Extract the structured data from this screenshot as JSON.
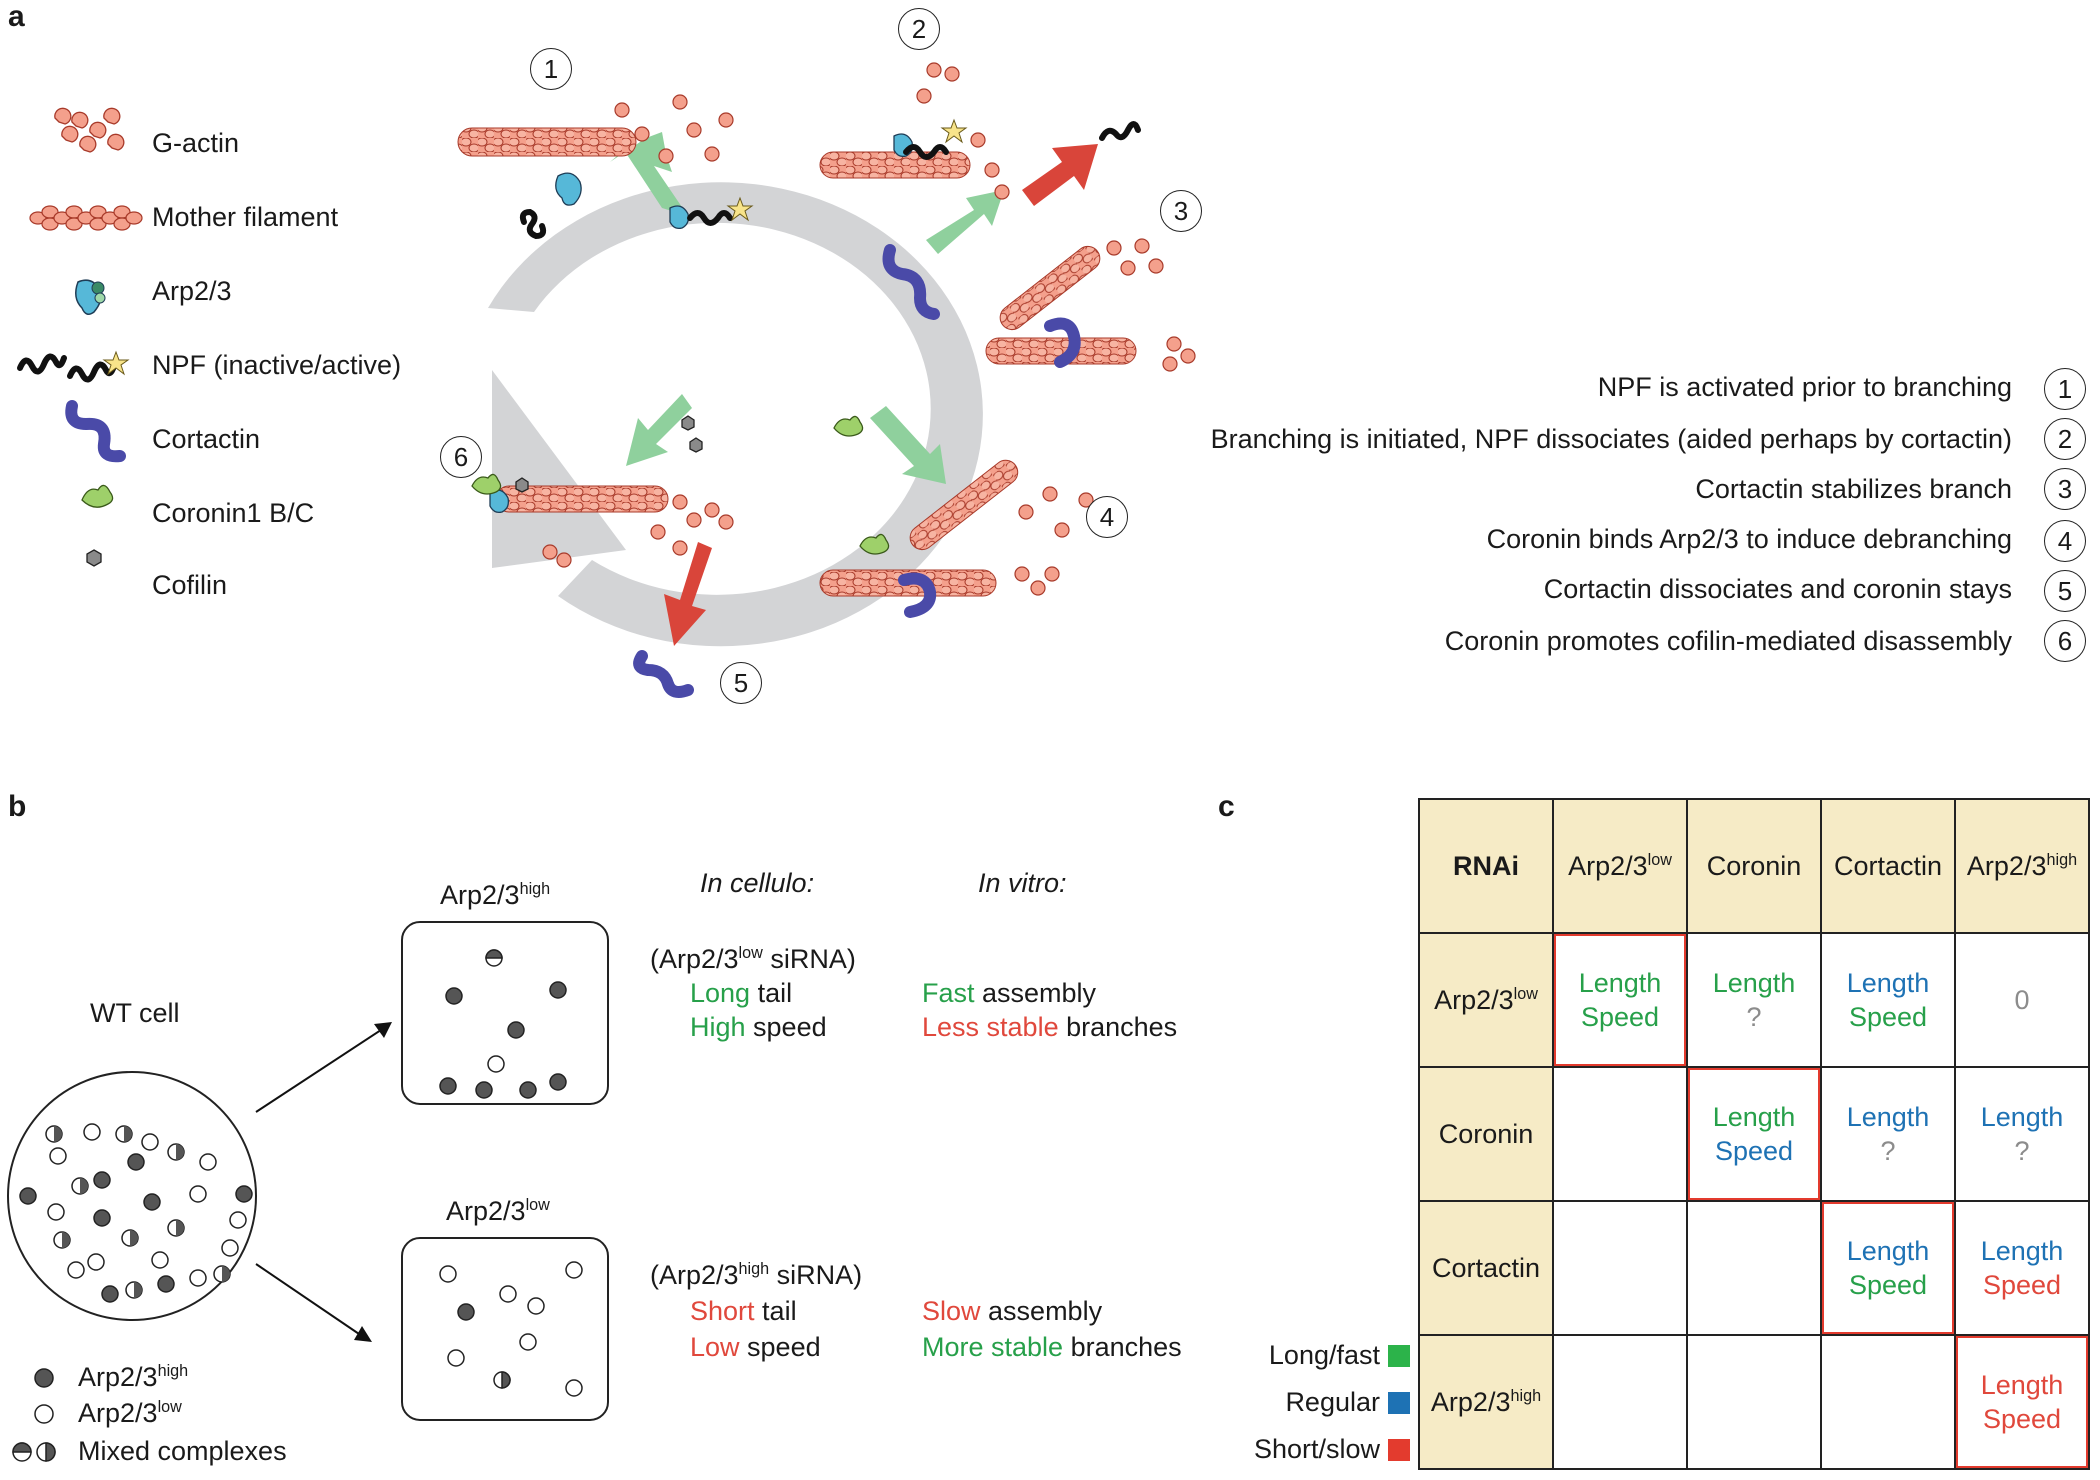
{
  "panels": {
    "a": "a",
    "b": "b",
    "c": "c"
  },
  "legend_a": [
    {
      "icon": "g-actin-icon",
      "label": "G-actin"
    },
    {
      "icon": "mother-filament-icon",
      "label": "Mother filament"
    },
    {
      "icon": "arp23-icon",
      "label": "Arp2/3"
    },
    {
      "icon": "npf-icon",
      "label": "NPF (inactive/active)"
    },
    {
      "icon": "cortactin-icon",
      "label": "Cortactin"
    },
    {
      "icon": "coronin-icon",
      "label": "Coronin1 B/C"
    },
    {
      "icon": "cofilin-icon",
      "label": "Cofilin"
    }
  ],
  "cycle_numbers": [
    "1",
    "2",
    "3",
    "4",
    "5",
    "6"
  ],
  "steps": [
    {
      "text": "NPF is activated prior to branching",
      "num": "1"
    },
    {
      "text": "Branching is initiated, NPF dissociates (aided perhaps by cortactin)",
      "num": "2"
    },
    {
      "text": "Cortactin stabilizes branch",
      "num": "3"
    },
    {
      "text": "Coronin binds Arp2/3 to induce debranching",
      "num": "4"
    },
    {
      "text": "Cortactin dissociates and coronin stays",
      "num": "5"
    },
    {
      "text": "Coronin promotes cofilin-mediated disassembly",
      "num": "6"
    }
  ],
  "panel_b": {
    "wt_cell": "WT cell",
    "box_high_title": "Arp2/3",
    "box_high_sup": "high",
    "box_low_title": "Arp2/3",
    "box_low_sup": "low",
    "in_cellulo": "In cellulo:",
    "in_vitro": "In vitro:",
    "high": {
      "sirna_pre": "(Arp2/3",
      "sirna_sup": "low",
      "sirna_post": " siRNA)",
      "line1_colored": "Long",
      "line1_rest": " tail",
      "line2_colored": "High",
      "line2_rest": " speed",
      "vitro1_colored": "Fast",
      "vitro1_rest": " assembly",
      "vitro2_colored": "Less stable",
      "vitro2_rest": " branches"
    },
    "low": {
      "sirna_pre": "(Arp2/3",
      "sirna_sup": "high",
      "sirna_post": " siRNA)",
      "line1_colored": "Short",
      "line1_rest": " tail",
      "line2_colored": "Low",
      "line2_rest": " speed",
      "vitro1_colored": "Slow",
      "vitro1_rest": " assembly",
      "vitro2_colored": "More stable",
      "vitro2_rest": " branches"
    },
    "legend": [
      {
        "label": "Arp2/3",
        "sup": "high"
      },
      {
        "label": "Arp2/3",
        "sup": "low"
      },
      {
        "label": "Mixed complexes",
        "sup": ""
      }
    ]
  },
  "panel_c": {
    "corner": "RNAi",
    "col_headers": [
      {
        "label": "Arp2/3",
        "sup": "low"
      },
      {
        "label": "Coronin",
        "sup": ""
      },
      {
        "label": "Cortactin",
        "sup": ""
      },
      {
        "label": "Arp2/3",
        "sup": "high"
      }
    ],
    "row_headers": [
      {
        "label": "Arp2/3",
        "sup": "low"
      },
      {
        "label": "Coronin",
        "sup": ""
      },
      {
        "label": "Cortactin",
        "sup": ""
      },
      {
        "label": "Arp2/3",
        "sup": "high"
      }
    ],
    "cells": [
      [
        {
          "l1": "Length",
          "c1": "green",
          "l2": "Speed",
          "c2": "green",
          "box": true
        },
        {
          "l1": "Length",
          "c1": "green",
          "l2": "?",
          "c2": "grey",
          "box": false
        },
        {
          "l1": "Length",
          "c1": "blue",
          "l2": "Speed",
          "c2": "green",
          "box": false
        },
        {
          "l1": "0",
          "c1": "grey",
          "l2": "",
          "c2": "grey",
          "box": false
        }
      ],
      [
        {
          "l1": "",
          "c1": "",
          "l2": "",
          "c2": "",
          "box": false
        },
        {
          "l1": "Length",
          "c1": "green",
          "l2": "Speed",
          "c2": "blue",
          "box": true
        },
        {
          "l1": "Length",
          "c1": "blue",
          "l2": "?",
          "c2": "grey",
          "box": false
        },
        {
          "l1": "Length",
          "c1": "blue",
          "l2": "?",
          "c2": "grey",
          "box": false
        }
      ],
      [
        {
          "l1": "",
          "c1": "",
          "l2": "",
          "c2": "",
          "box": false
        },
        {
          "l1": "",
          "c1": "",
          "l2": "",
          "c2": "",
          "box": false
        },
        {
          "l1": "Length",
          "c1": "blue",
          "l2": "Speed",
          "c2": "green",
          "box": true
        },
        {
          "l1": "Length",
          "c1": "blue",
          "l2": "Speed",
          "c2": "red",
          "box": false
        }
      ],
      [
        {
          "l1": "",
          "c1": "",
          "l2": "",
          "c2": "",
          "box": false
        },
        {
          "l1": "",
          "c1": "",
          "l2": "",
          "c2": "",
          "box": false
        },
        {
          "l1": "",
          "c1": "",
          "l2": "",
          "c2": "",
          "box": false
        },
        {
          "l1": "Length",
          "c1": "red",
          "l2": "Speed",
          "c2": "red",
          "box": true
        }
      ]
    ],
    "key": [
      {
        "label": "Long/fast",
        "color": "#2cb34a"
      },
      {
        "label": "Regular",
        "color": "#1e72b4"
      },
      {
        "label": "Short/slow",
        "color": "#e33b2e"
      }
    ]
  },
  "colors": {
    "green_text": "#27a04a",
    "red_text": "#e0483c",
    "blue_text": "#1e72b4",
    "cycle_grey": "#d3d4d6",
    "green_arrow": "#8fd09d",
    "red_arrow": "#d9453a",
    "actin": "#f4a08c",
    "cortactin": "#4a4aa8",
    "header_fill": "#f6ebc6"
  }
}
